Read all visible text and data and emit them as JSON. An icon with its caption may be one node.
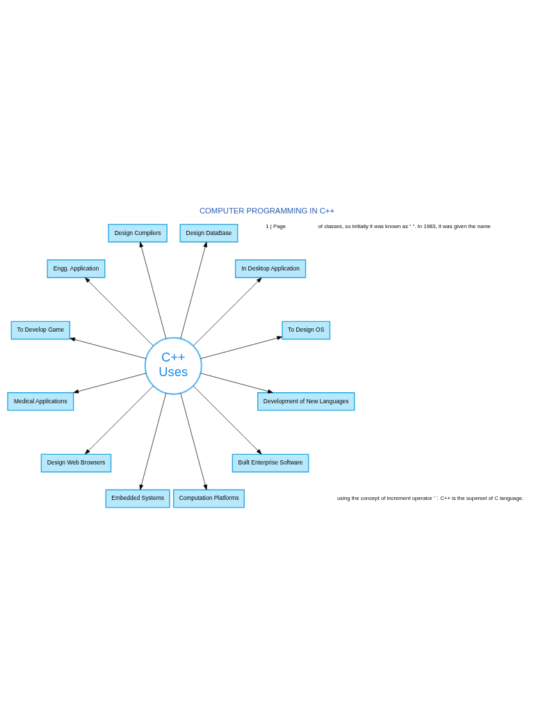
{
  "diagram": {
    "title": "COMPUTER PROGRAMMING IN C++",
    "nodes": [
      {
        "text": [
          "C++",
          "Uses"
        ]
      },
      {
        "text": [
          "To Design OS"
        ]
      },
      {
        "text": [
          "In Desktop Application"
        ]
      },
      {
        "text": [
          "Design DataBase"
        ]
      },
      {
        "text": [
          "Design Compilers"
        ]
      },
      {
        "text": [
          "Engg. Application"
        ]
      },
      {
        "text": [
          "To Develop Game"
        ]
      },
      {
        "text": [
          "Medical Applications"
        ]
      },
      {
        "text": [
          "Design Web Browsers"
        ]
      },
      {
        "text": [
          "Embedded Systems"
        ]
      },
      {
        "text": [
          "Computation Platforms"
        ]
      },
      {
        "text": [
          "Built Enterprise Software"
        ]
      },
      {
        "text": [
          "Development of New Languages"
        ]
      }
    ],
    "edges": [
      {
        "from": 0,
        "to": 1,
        "arrow": "to"
      },
      {
        "from": 0,
        "to": 3,
        "arrow": "to"
      },
      {
        "from": 0,
        "to": 5,
        "arrow": "to"
      },
      {
        "from": 0,
        "to": 7,
        "arrow": "to"
      },
      {
        "from": 0,
        "to": 9,
        "arrow": "to"
      },
      {
        "from": 0,
        "to": 11,
        "arrow": "to"
      },
      {
        "from": 0,
        "to": 12,
        "arrow": "to"
      },
      {
        "from": 0,
        "to": 10,
        "arrow": "to"
      },
      {
        "from": 0,
        "to": 8,
        "arrow": "to"
      },
      {
        "from": 0,
        "to": 6,
        "arrow": "to"
      },
      {
        "from": 0,
        "to": 4,
        "arrow": "to"
      },
      {
        "from": 0,
        "to": 2,
        "arrow": "to"
      }
    ],
    "labels": [
      "of classes, so initially it was known as “ ”. In 1983, it was given the name",
      "using the concept of increment operator ' '. C++ is the superset of C language.",
      "1 | Page"
    ]
  }
}
